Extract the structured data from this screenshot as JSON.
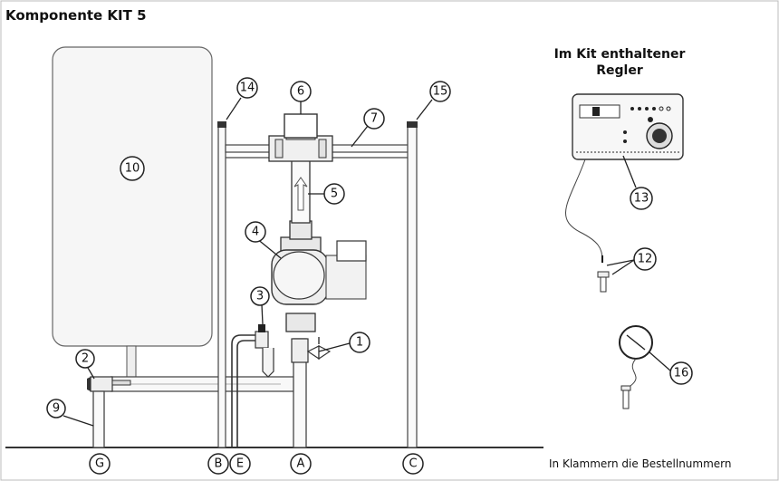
{
  "title": "Komponente KIT 5",
  "controller_title_line1": "Im Kit enthaltener",
  "controller_title_line2": "Regler",
  "footer_note": "In Klammern die Bestellnummern",
  "callouts": {
    "n1": "1",
    "n2": "2",
    "n3": "3",
    "n4": "4",
    "n5": "5",
    "n6": "6",
    "n7": "7",
    "n9": "9",
    "n10": "10",
    "n12": "12",
    "n13": "13",
    "n14": "14",
    "n15": "15",
    "n16": "16"
  },
  "connections": {
    "G": "G",
    "B": "B",
    "E": "E",
    "A": "A",
    "C": "C"
  }
}
